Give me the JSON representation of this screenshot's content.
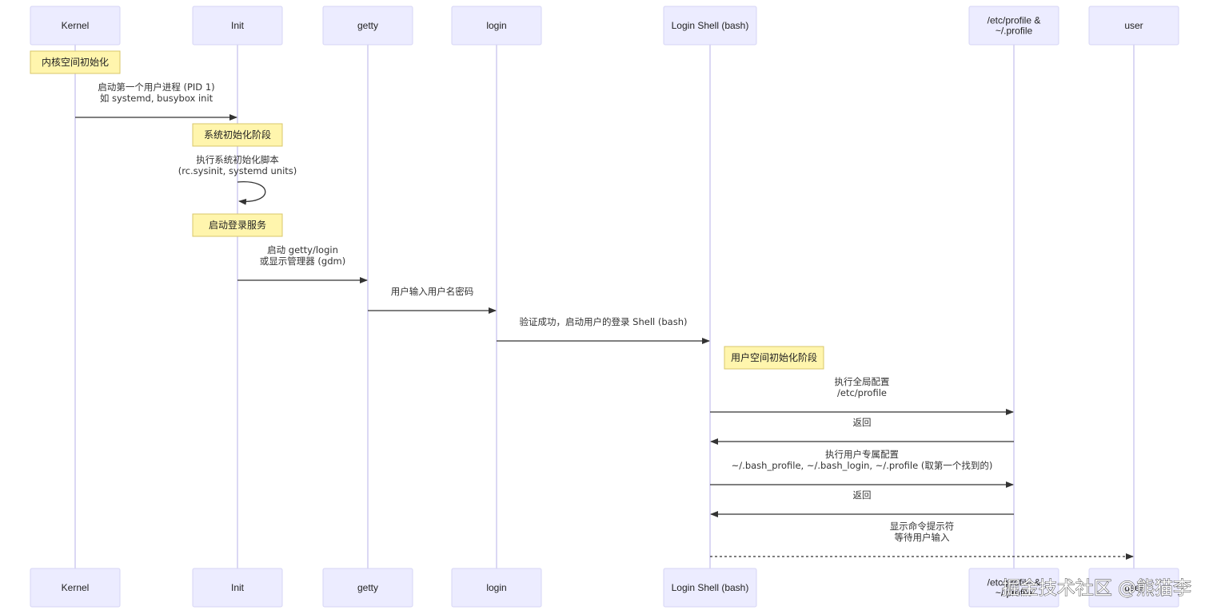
{
  "actors": [
    {
      "id": "kernel",
      "label": "Kernel"
    },
    {
      "id": "init",
      "label": "Init"
    },
    {
      "id": "getty",
      "label": "getty"
    },
    {
      "id": "login",
      "label": "login"
    },
    {
      "id": "shell",
      "label": "Login Shell (bash)"
    },
    {
      "id": "profile",
      "label": "/etc/profile &\n~/.profile"
    },
    {
      "id": "user",
      "label": "user"
    }
  ],
  "notes": [
    {
      "id": "note-kernel-init",
      "over": "kernel",
      "text": "内核空间初始化"
    },
    {
      "id": "note-system-init",
      "over": "init",
      "text": "系统初始化阶段"
    },
    {
      "id": "note-login-service",
      "over": "init",
      "text": "启动登录服务"
    },
    {
      "id": "note-userspace-init",
      "over": "shell",
      "text": "用户空间初始化阶段"
    }
  ],
  "messages": [
    {
      "id": "msg-start-pid1",
      "from": "kernel",
      "to": "init",
      "style": "solid",
      "lines": [
        "启动第一个用户进程 (PID 1)",
        "如 systemd, busybox init"
      ]
    },
    {
      "id": "msg-run-sysinit",
      "from": "init",
      "to": "init",
      "style": "solid",
      "lines": [
        "执行系统初始化脚本",
        "(rc.sysinit, systemd units)"
      ]
    },
    {
      "id": "msg-start-getty",
      "from": "init",
      "to": "getty",
      "style": "solid",
      "lines": [
        "启动 getty/login",
        "或显示管理器 (gdm)"
      ]
    },
    {
      "id": "msg-user-credentials",
      "from": "getty",
      "to": "login",
      "style": "solid",
      "lines": [
        "用户输入用户名密码"
      ]
    },
    {
      "id": "msg-start-shell",
      "from": "login",
      "to": "shell",
      "style": "solid",
      "lines": [
        "验证成功，启动用户的登录 Shell (bash)"
      ]
    },
    {
      "id": "msg-global-config",
      "from": "shell",
      "to": "profile",
      "style": "solid",
      "lines": [
        "执行全局配置",
        "/etc/profile"
      ]
    },
    {
      "id": "msg-return-1",
      "from": "profile",
      "to": "shell",
      "style": "solid",
      "lines": [
        "返回"
      ]
    },
    {
      "id": "msg-user-config",
      "from": "shell",
      "to": "profile",
      "style": "solid",
      "lines": [
        "执行用户专属配置",
        "~/.bash_profile, ~/.bash_login, ~/.profile (取第一个找到的)"
      ]
    },
    {
      "id": "msg-return-2",
      "from": "profile",
      "to": "shell",
      "style": "solid",
      "lines": [
        "返回"
      ]
    },
    {
      "id": "msg-show-prompt",
      "from": "shell",
      "to": "user",
      "style": "dotted",
      "lines": [
        "显示命令提示符",
        "等待用户输入"
      ]
    }
  ],
  "watermark": "掘金技术社区 @熊猫李",
  "colors": {
    "actor_fill": "#ececff",
    "actor_stroke": "#d6d4f5",
    "note_fill": "#fff5ad",
    "note_stroke": "#d8c76a",
    "lifeline": "#cfccf0",
    "arrow": "#333333"
  }
}
